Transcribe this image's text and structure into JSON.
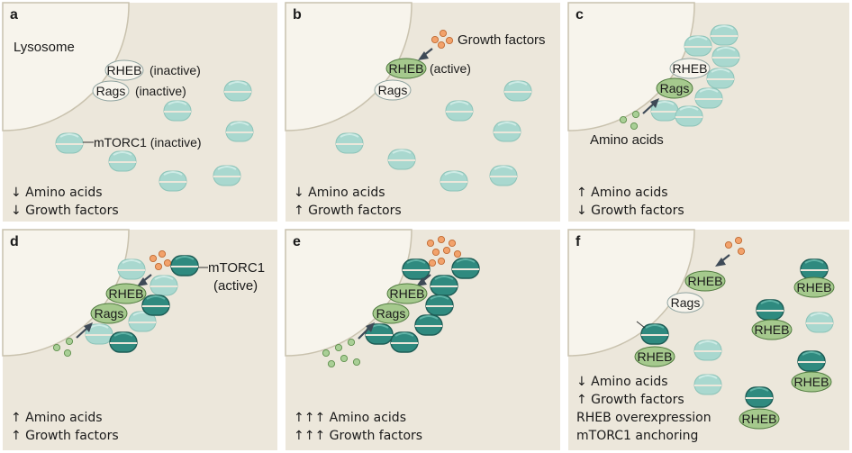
{
  "colors": {
    "panel_bg": "#ece7db",
    "lysosome": "#f7f4ec",
    "mtorc1_inactive": "#a9d8cf",
    "mtorc1_active": "#2f8a7f",
    "rheb_active": "#a5c98d",
    "growth_factor_dot": "#f2a26b",
    "amino_acid_dot": "#a9cf96"
  },
  "panels": [
    {
      "letter": "a",
      "lysosome_label": "Lysosome",
      "rheb_label": "RHEB",
      "rheb_state": "(inactive)",
      "rags_label": "Rags",
      "rags_state": "(inactive)",
      "mtorc1_label": "mTORC1 (inactive)",
      "status": [
        "↓ Amino acids",
        "↓ Growth factors"
      ]
    },
    {
      "letter": "b",
      "growth_factors_label": "Growth factors",
      "rheb_label": "RHEB",
      "rheb_state": "(active)",
      "rags_label": "Rags",
      "status": [
        "↓ Amino acids",
        "↑ Growth factors"
      ]
    },
    {
      "letter": "c",
      "rheb_label": "RHEB",
      "rags_label": "Rags",
      "amino_acids_label": "Amino acids",
      "status": [
        "↑ Amino acids",
        "↓ Growth factors"
      ]
    },
    {
      "letter": "d",
      "rheb_label": "RHEB",
      "rags_label": "Rags",
      "mtorc1_label_line1": "mTORC1",
      "mtorc1_label_line2": "(active)",
      "status": [
        "↑ Amino acids",
        "↑ Growth factors"
      ]
    },
    {
      "letter": "e",
      "rheb_label": "RHEB",
      "rags_label": "Rags",
      "status": [
        "↑↑↑ Amino acids",
        "↑↑↑ Growth factors"
      ]
    },
    {
      "letter": "f",
      "rheb_label": "RHEB",
      "rags_label": "Rags",
      "status": [
        "↓ Amino acids",
        "↑ Growth factors",
        "RHEB overexpression",
        "mTORC1 anchoring"
      ]
    }
  ]
}
